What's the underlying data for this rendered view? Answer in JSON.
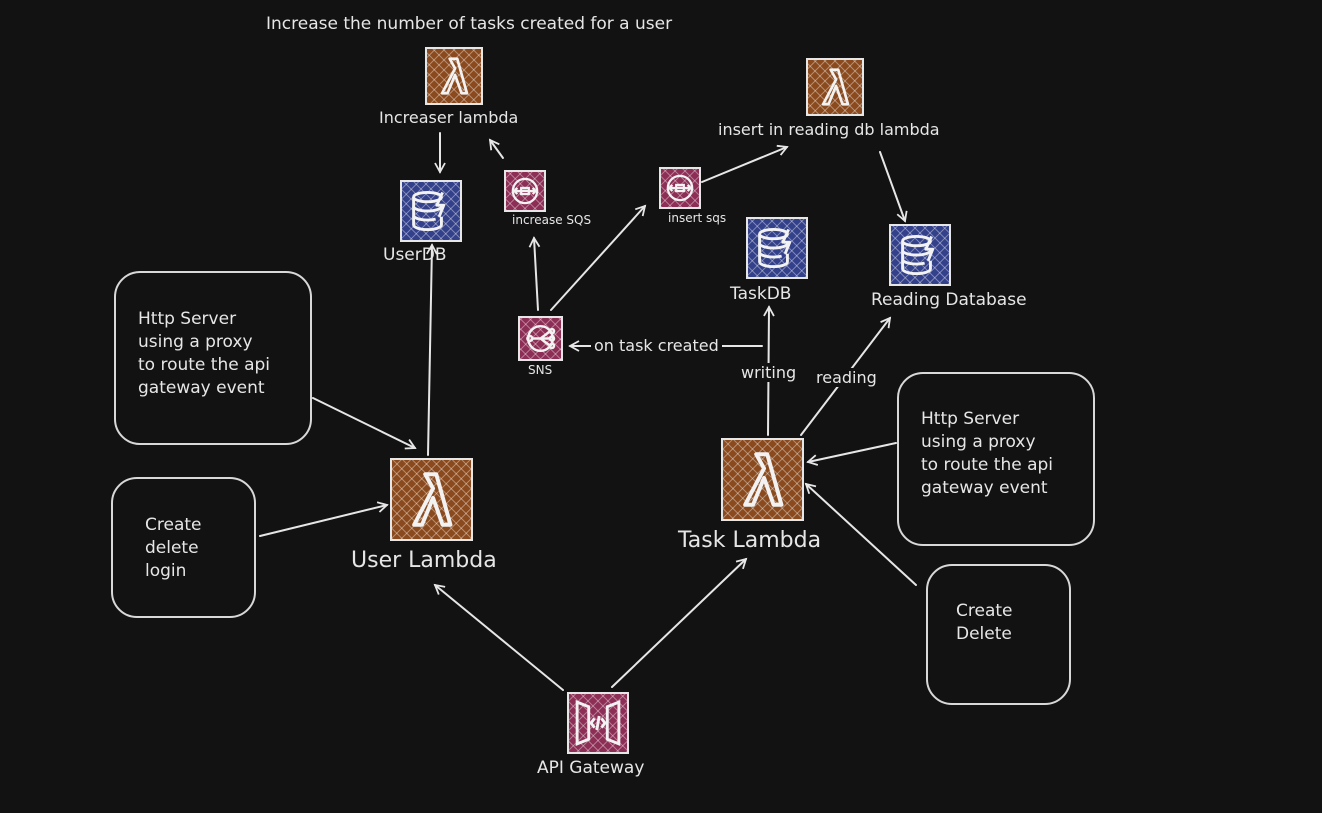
{
  "diagram": {
    "title": "Increase the number of tasks created for a user",
    "icon_colors": {
      "lambda": "#8a4a1e",
      "database": "#33408a",
      "messaging": "#8c2e55",
      "stroke": "#e6e6e6",
      "background": "#121212"
    },
    "nodes": {
      "increaser_lambda": {
        "label": "Increaser lambda",
        "icon": "lambda-icon"
      },
      "insert_lambda": {
        "label": "insert in reading db lambda",
        "icon": "lambda-icon"
      },
      "user_db": {
        "label": "UserDB",
        "icon": "database-icon"
      },
      "increase_sqs": {
        "label": "increase SQS",
        "icon": "sqs-icon"
      },
      "insert_sqs": {
        "label": "insert sqs",
        "icon": "sqs-icon"
      },
      "task_db": {
        "label": "TaskDB",
        "icon": "database-icon"
      },
      "reading_db": {
        "label": "Reading Database",
        "icon": "database-icon"
      },
      "sns": {
        "label": "SNS",
        "icon": "sns-icon"
      },
      "user_lambda": {
        "label": "User Lambda",
        "icon": "lambda-icon"
      },
      "task_lambda": {
        "label": "Task Lambda",
        "icon": "lambda-icon"
      },
      "api_gateway": {
        "label": "API Gateway",
        "icon": "api-gateway-icon"
      }
    },
    "edge_labels": {
      "on_task_created": "on task created",
      "writing": "writing",
      "reading": "reading"
    },
    "notes": {
      "user_http": "Http Server\nusing a proxy\nto route the api\ngateway event",
      "user_ops": "Create\ndelete\nlogin",
      "task_http": "Http Server\nusing a proxy\nto route the api\ngateway event",
      "task_ops": "Create\nDelete"
    }
  }
}
